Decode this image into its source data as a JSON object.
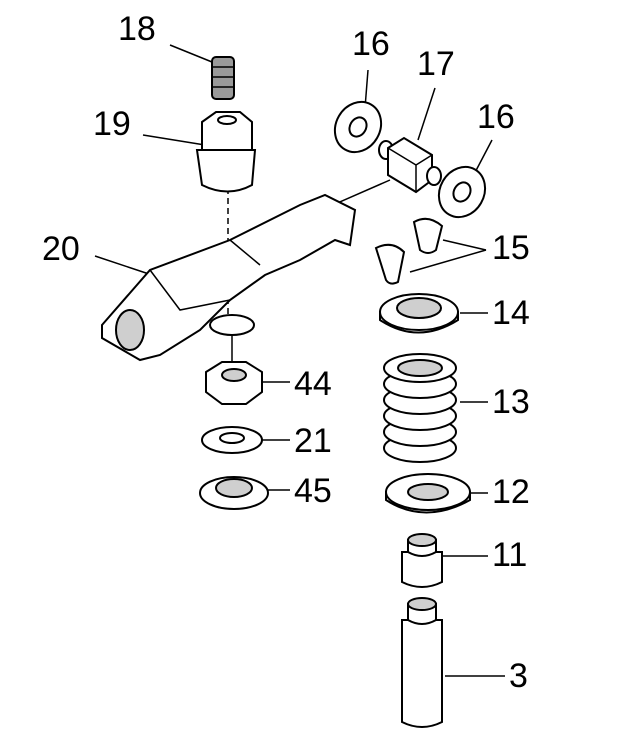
{
  "diagram": {
    "callouts": [
      {
        "id": "18",
        "part": "set-screw"
      },
      {
        "id": "16a",
        "label": "16",
        "part": "washer-left"
      },
      {
        "id": "17",
        "part": "pivot-block"
      },
      {
        "id": "16b",
        "label": "16",
        "part": "washer-right"
      },
      {
        "id": "19",
        "part": "adjuster-nut"
      },
      {
        "id": "20",
        "part": "rocker-arm"
      },
      {
        "id": "15",
        "part": "valve-keepers"
      },
      {
        "id": "14",
        "part": "spring-retainer"
      },
      {
        "id": "44",
        "part": "hex-nut"
      },
      {
        "id": "13",
        "part": "valve-spring"
      },
      {
        "id": "21",
        "part": "flat-washer"
      },
      {
        "id": "45",
        "part": "seal-washer"
      },
      {
        "id": "12",
        "part": "spring-seat"
      },
      {
        "id": "11",
        "part": "valve-stem-seal"
      },
      {
        "id": "3",
        "part": "valve-guide"
      }
    ]
  }
}
